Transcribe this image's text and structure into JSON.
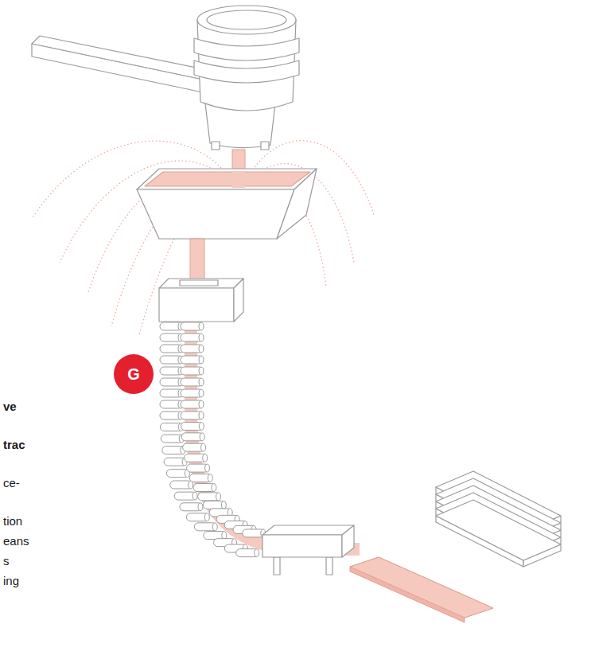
{
  "diagram": {
    "nodes": [
      {
        "text": [
          "G"
        ]
      }
    ],
    "labels": [
      "ve",
      "trac",
      "ce-",
      "tion",
      "eans",
      "s",
      "ing"
    ]
  }
}
